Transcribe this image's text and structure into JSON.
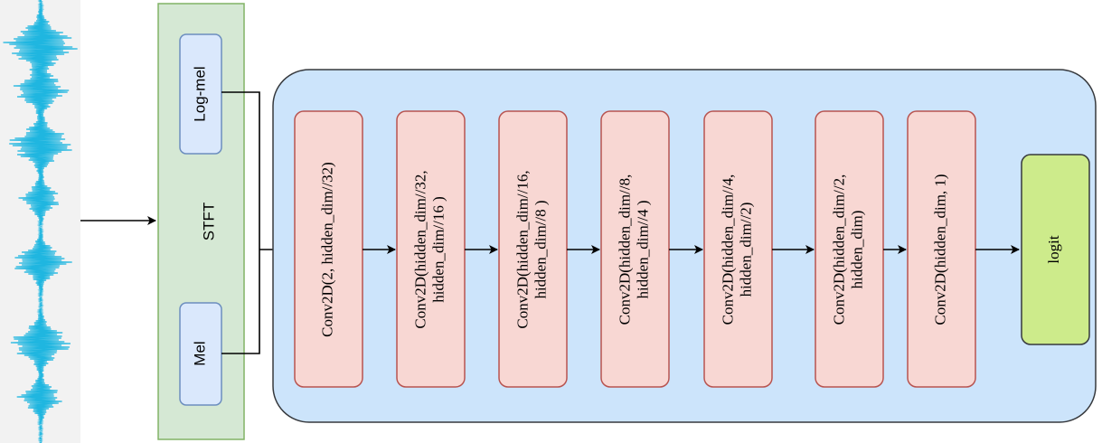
{
  "stft": {
    "label": "STFT",
    "log_mel_label": "Log-mel",
    "mel_label": "Mel"
  },
  "conv_layers": [
    {
      "line1": "Conv2D(2, hidden_dim//32)",
      "line2": ""
    },
    {
      "line1": "Conv2D(hidden_dim//32,",
      "line2": "hidden_dim//16 )"
    },
    {
      "line1": "Conv2D(hidden_dim//16,",
      "line2": "hidden_dim//8 )"
    },
    {
      "line1": "Conv2D(hidden_dim//8,",
      "line2": "hidden_dim//4 )"
    },
    {
      "line1": "Conv2D(hidden_dim//4,",
      "line2": "hidden_dim//2)"
    },
    {
      "line1": "Conv2D(hidden_dim//2,",
      "line2": "hidden_dim)"
    },
    {
      "line1": "Conv2D(hidden_dim, 1)",
      "line2": ""
    }
  ],
  "output": {
    "label": "logit"
  },
  "colors": {
    "waveform": "#1fb6e0",
    "waveform_bg": "#f2f2f2",
    "stft_fill": "#d5e8d4",
    "stft_border": "#82b366",
    "feature_fill": "#dae8fc",
    "feature_border": "#6c8ebf",
    "network_fill": "#cce4fb",
    "network_border": "#36393d",
    "conv_fill": "#f8d7d3",
    "conv_border": "#b85450",
    "logit_fill": "#cdeb8b",
    "logit_border": "#36393d"
  }
}
